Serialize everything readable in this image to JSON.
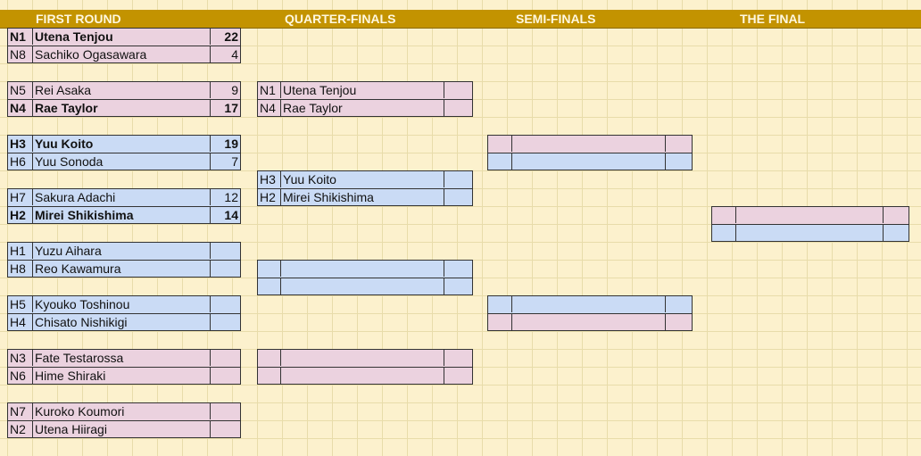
{
  "headers": {
    "first_round": "FIRST ROUND",
    "quarter_finals": "QUARTER-FINALS",
    "semi_finals": "SEMI-FINALS",
    "final": "THE FINAL"
  },
  "first_round": [
    {
      "seed": "N1",
      "name": "Utena Tenjou",
      "score": "22"
    },
    {
      "seed": "N8",
      "name": "Sachiko Ogasawara",
      "score": "4"
    },
    {
      "seed": "N5",
      "name": "Rei Asaka",
      "score": "9"
    },
    {
      "seed": "N4",
      "name": "Rae Taylor",
      "score": "17"
    },
    {
      "seed": "H3",
      "name": "Yuu Koito",
      "score": "19"
    },
    {
      "seed": "H6",
      "name": "Yuu Sonoda",
      "score": "7"
    },
    {
      "seed": "H7",
      "name": "Sakura Adachi",
      "score": "12"
    },
    {
      "seed": "H2",
      "name": "Mirei Shikishima",
      "score": "14"
    },
    {
      "seed": "H1",
      "name": "Yuzu Aihara",
      "score": ""
    },
    {
      "seed": "H8",
      "name": "Reo Kawamura",
      "score": ""
    },
    {
      "seed": "H5",
      "name": "Kyouko Toshinou",
      "score": ""
    },
    {
      "seed": "H4",
      "name": "Chisato Nishikigi",
      "score": ""
    },
    {
      "seed": "N3",
      "name": "Fate Testarossa",
      "score": ""
    },
    {
      "seed": "N6",
      "name": "Hime Shiraki",
      "score": ""
    },
    {
      "seed": "N7",
      "name": "Kuroko Koumori",
      "score": ""
    },
    {
      "seed": "N2",
      "name": "Utena Hiiragi",
      "score": ""
    }
  ],
  "quarter_finals": [
    {
      "seed": "N1",
      "name": "Utena Tenjou",
      "score": ""
    },
    {
      "seed": "N4",
      "name": "Rae Taylor",
      "score": ""
    },
    {
      "seed": "H3",
      "name": "Yuu Koito",
      "score": ""
    },
    {
      "seed": "H2",
      "name": "Mirei Shikishima",
      "score": ""
    },
    {
      "seed": "",
      "name": "",
      "score": ""
    },
    {
      "seed": "",
      "name": "",
      "score": ""
    },
    {
      "seed": "",
      "name": "",
      "score": ""
    },
    {
      "seed": "",
      "name": "",
      "score": ""
    }
  ],
  "semi_finals": [
    {
      "seed": "",
      "name": "",
      "score": ""
    },
    {
      "seed": "",
      "name": "",
      "score": ""
    },
    {
      "seed": "",
      "name": "",
      "score": ""
    },
    {
      "seed": "",
      "name": "",
      "score": ""
    }
  ],
  "final": [
    {
      "seed": "",
      "name": "",
      "score": ""
    },
    {
      "seed": "",
      "name": "",
      "score": ""
    }
  ],
  "colors": {
    "header_bar": "#c39300",
    "pink_cell": "#ebd2df",
    "blue_cell": "#cadbf5",
    "sheet_background": "#fcf1cd"
  }
}
